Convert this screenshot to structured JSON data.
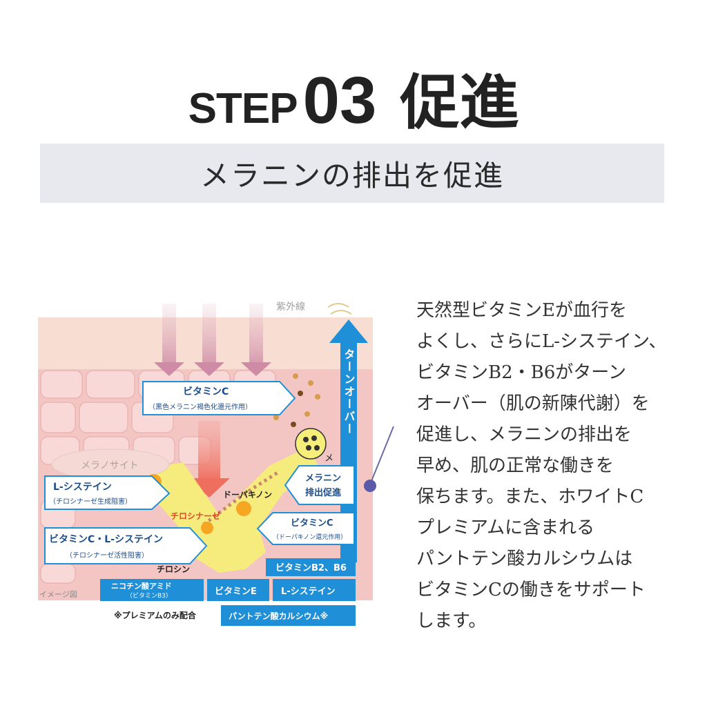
{
  "heading": {
    "step": "STEP",
    "number": "03",
    "word": "促進"
  },
  "subtitle": "メラニンの排出を促進",
  "diagram": {
    "uv": "紫外線",
    "turnover": "ターンオーバー",
    "melanocyte": "メラノサイト",
    "vitc_title": "ビタミンC",
    "vitc_desc": "（黒色メラニン褐色化還元作用）",
    "lcys_title": "L-システイン",
    "lcys_desc": "（チロシナーゼ生成阻害）",
    "vitc_lcys_title": "ビタミンC・L-システイン",
    "vitc_lcys_desc": "（チロシナーゼ活性阻害）",
    "tyrosinase": "チロシナーゼ",
    "dopaquinone": "ドーパキノン",
    "melanin_partial": "メ",
    "melanin_excrete_1": "メラニン",
    "melanin_excrete_2": "排出促進",
    "vitc2_title": "ビタミンC",
    "vitc2_desc": "（ドーパキノン還元作用）",
    "tyrosine": "チロシン",
    "image_note": "イメージ図",
    "premium_note": "※プレミアムのみ配合",
    "btn_b2b6": "ビタミンB2、B6",
    "btn_niacin_1": "ニコチン酸アミド",
    "btn_niacin_2": "（ビタミンB3）",
    "btn_vite": "ビタミンE",
    "btn_lcys": "L-システイン",
    "btn_pantothenate": "パントテン酸カルシウム※"
  },
  "paragraph": [
    "天然型ビタミンEが血行を",
    "よくし、さらにL-システイン、",
    "ビタミンB2・B6がターン",
    "オーバー（肌の新陳代謝）を",
    "促進し、メラニンの排出を",
    "早め、肌の正常な働きを",
    "保ちます。また、ホワイトC",
    "プレミアムに含まれる",
    "パントテン酸カルシウムは",
    "ビタミンCの働きをサポート",
    "します。"
  ],
  "colors": {
    "skin": "#f3c5c3",
    "cell": "#f8d9d7",
    "accent_blue": "#1f8fd8",
    "highlight": "#f6ee7a",
    "navy": "#1b4d8c"
  }
}
